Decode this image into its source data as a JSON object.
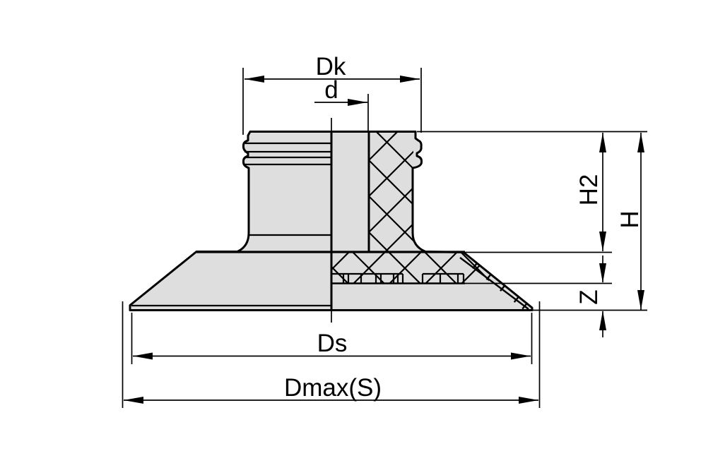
{
  "drawing": {
    "dimension_labels": {
      "dk": "Dk",
      "d": "d",
      "h2": "H2",
      "h": "H",
      "z": "Z",
      "ds": "Ds",
      "dmax_s": "Dmax(S)"
    },
    "colors": {
      "background": "#ffffff",
      "part_fill": "#dedede",
      "line": "#000000"
    }
  }
}
